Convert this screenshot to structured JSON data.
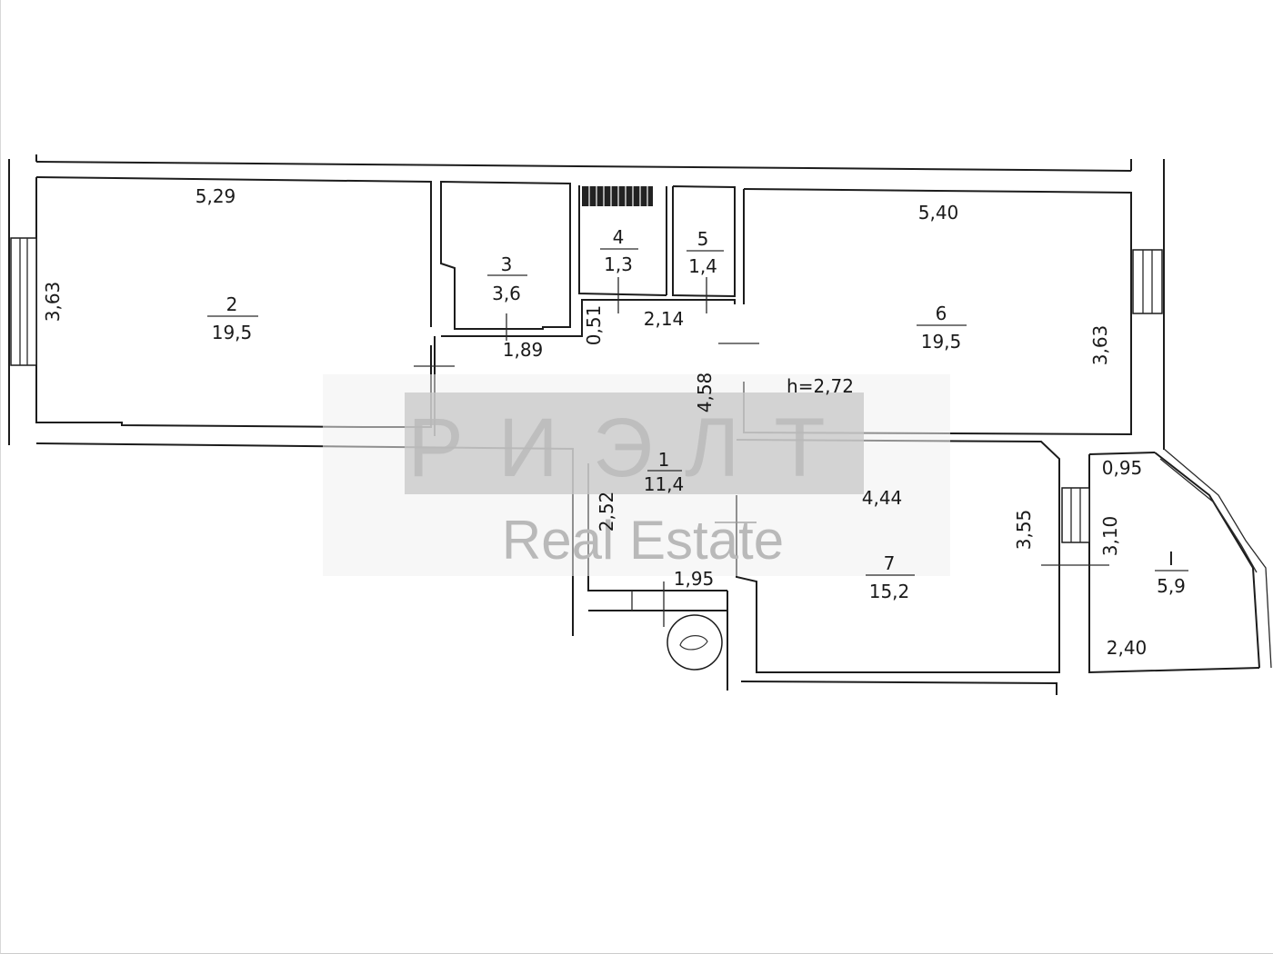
{
  "ceiling_height": "h=2,72",
  "watermark": {
    "brand": "РИЭЛТ",
    "subtitle": "Real Estate"
  },
  "rooms": [
    {
      "number": "1",
      "area": "11,4"
    },
    {
      "number": "2",
      "area": "19,5"
    },
    {
      "number": "3",
      "area": "3,6"
    },
    {
      "number": "4",
      "area": "1,3"
    },
    {
      "number": "5",
      "area": "1,4"
    },
    {
      "number": "6",
      "area": "19,5"
    },
    {
      "number": "7",
      "area": "15,2"
    },
    {
      "number": "I",
      "area": "5,9"
    }
  ],
  "dimensions": {
    "room2_width": "5,29",
    "room2_height": "3,63",
    "room3_width": "1,89",
    "room3_depth": "0,51",
    "room45_width": "2,14",
    "room6_width": "5,40",
    "room6_height": "3,63",
    "hall_length": "4,58",
    "hall_lower": "2,52",
    "hall_bottom": "1,95",
    "room7_width": "4,44",
    "room7_height": "3,55",
    "balcony_top": "0,95",
    "balcony_height": "3,10",
    "balcony_bottom": "2,40"
  }
}
